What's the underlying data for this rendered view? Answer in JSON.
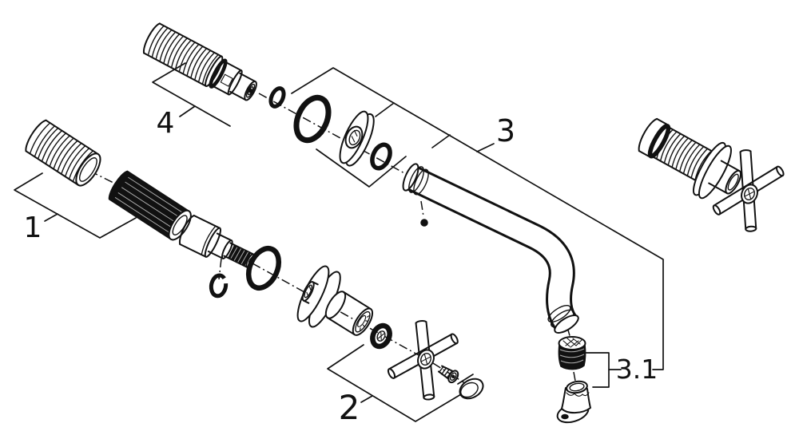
{
  "diagram": {
    "kind": "exploded-parts-diagram",
    "colors": {
      "ink": "#111111",
      "background": "#ffffff"
    },
    "callouts": {
      "c1": {
        "label": "1"
      },
      "c2": {
        "label": "2"
      },
      "c3": {
        "label": "3"
      },
      "c31": {
        "label": "3.1"
      },
      "c4": {
        "label": "4"
      }
    }
  }
}
